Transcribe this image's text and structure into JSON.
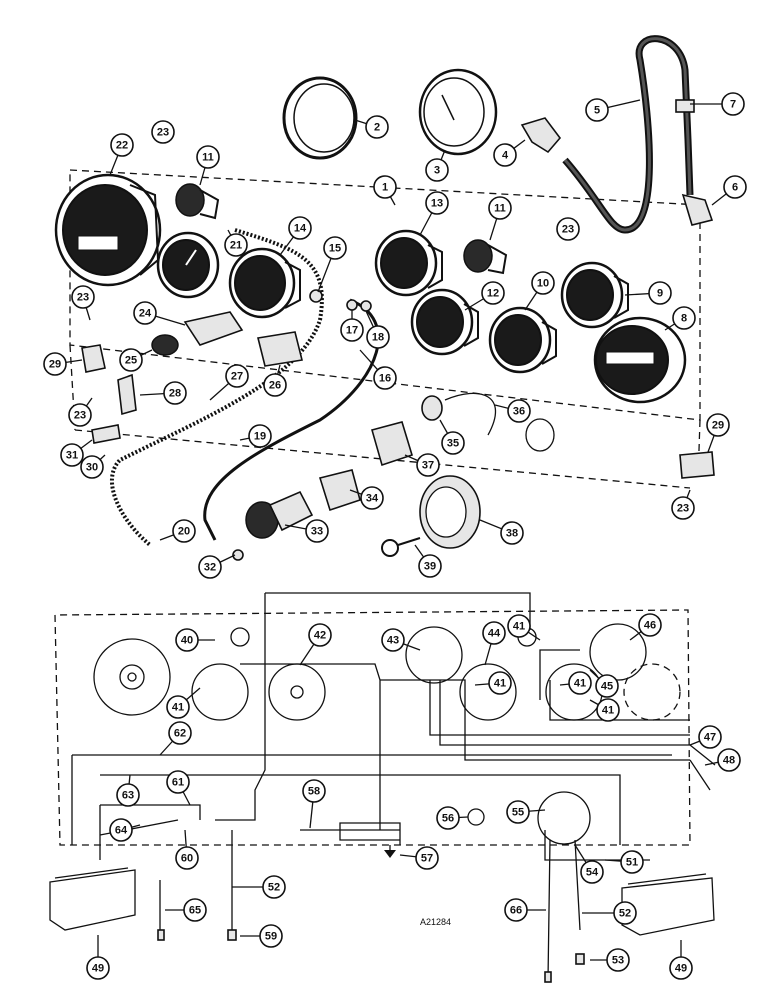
{
  "figure_ref": "A21284",
  "callouts": [
    {
      "id": "c1",
      "num": "1"
    },
    {
      "id": "c2",
      "num": "2"
    },
    {
      "id": "c3",
      "num": "3"
    },
    {
      "id": "c4",
      "num": "4"
    },
    {
      "id": "c5",
      "num": "5"
    },
    {
      "id": "c6",
      "num": "6"
    },
    {
      "id": "c7",
      "num": "7"
    },
    {
      "id": "c8",
      "num": "8"
    },
    {
      "id": "c9",
      "num": "9"
    },
    {
      "id": "c10",
      "num": "10"
    },
    {
      "id": "c11a",
      "num": "11"
    },
    {
      "id": "c11b",
      "num": "11"
    },
    {
      "id": "c12",
      "num": "12"
    },
    {
      "id": "c13",
      "num": "13"
    },
    {
      "id": "c14",
      "num": "14"
    },
    {
      "id": "c15",
      "num": "15"
    },
    {
      "id": "c16",
      "num": "16"
    },
    {
      "id": "c17",
      "num": "17"
    },
    {
      "id": "c18",
      "num": "18"
    },
    {
      "id": "c19",
      "num": "19"
    },
    {
      "id": "c20",
      "num": "20"
    },
    {
      "id": "c21",
      "num": "21"
    },
    {
      "id": "c22",
      "num": "22"
    },
    {
      "id": "c23a",
      "num": "23"
    },
    {
      "id": "c23b",
      "num": "23"
    },
    {
      "id": "c23c",
      "num": "23"
    },
    {
      "id": "c23d",
      "num": "23"
    },
    {
      "id": "c23e",
      "num": "23"
    },
    {
      "id": "c24",
      "num": "24"
    },
    {
      "id": "c25",
      "num": "25"
    },
    {
      "id": "c26",
      "num": "26"
    },
    {
      "id": "c27",
      "num": "27"
    },
    {
      "id": "c28",
      "num": "28"
    },
    {
      "id": "c29a",
      "num": "29"
    },
    {
      "id": "c29b",
      "num": "29"
    },
    {
      "id": "c30",
      "num": "30"
    },
    {
      "id": "c31",
      "num": "31"
    },
    {
      "id": "c32",
      "num": "32"
    },
    {
      "id": "c33",
      "num": "33"
    },
    {
      "id": "c34",
      "num": "34"
    },
    {
      "id": "c35",
      "num": "35"
    },
    {
      "id": "c36",
      "num": "36"
    },
    {
      "id": "c37",
      "num": "37"
    },
    {
      "id": "c38",
      "num": "38"
    },
    {
      "id": "c39",
      "num": "39"
    },
    {
      "id": "c40",
      "num": "40"
    },
    {
      "id": "c41a",
      "num": "41"
    },
    {
      "id": "c41b",
      "num": "41"
    },
    {
      "id": "c41c",
      "num": "41"
    },
    {
      "id": "c41d",
      "num": "41"
    },
    {
      "id": "c41e",
      "num": "41"
    },
    {
      "id": "c42",
      "num": "42"
    },
    {
      "id": "c43",
      "num": "43"
    },
    {
      "id": "c44",
      "num": "44"
    },
    {
      "id": "c45",
      "num": "45"
    },
    {
      "id": "c46",
      "num": "46"
    },
    {
      "id": "c47",
      "num": "47"
    },
    {
      "id": "c48",
      "num": "48"
    },
    {
      "id": "c49a",
      "num": "49"
    },
    {
      "id": "c49b",
      "num": "49"
    },
    {
      "id": "c51",
      "num": "51"
    },
    {
      "id": "c52a",
      "num": "52"
    },
    {
      "id": "c52b",
      "num": "52"
    },
    {
      "id": "c53",
      "num": "53"
    },
    {
      "id": "c54",
      "num": "54"
    },
    {
      "id": "c55",
      "num": "55"
    },
    {
      "id": "c56",
      "num": "56"
    },
    {
      "id": "c57",
      "num": "57"
    },
    {
      "id": "c58",
      "num": "58"
    },
    {
      "id": "c59",
      "num": "59"
    },
    {
      "id": "c60",
      "num": "60"
    },
    {
      "id": "c61",
      "num": "61"
    },
    {
      "id": "c62",
      "num": "62"
    },
    {
      "id": "c63",
      "num": "63"
    },
    {
      "id": "c64",
      "num": "64"
    },
    {
      "id": "c65",
      "num": "65"
    },
    {
      "id": "c66",
      "num": "66"
    }
  ]
}
